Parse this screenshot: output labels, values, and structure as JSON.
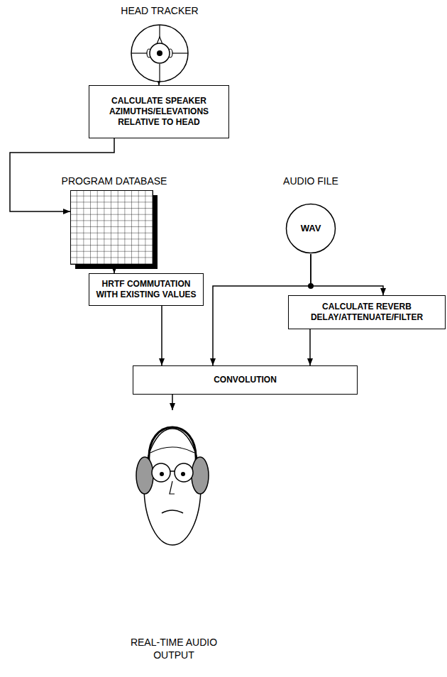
{
  "diagram": {
    "nodes": [
      {
        "text": [
          "HEAD TRACKER"
        ]
      },
      {
        "text": [
          "CALCULATE SPEAKER AZIMUTHS/ELEVATIONS RELATIVE TO HEAD"
        ]
      },
      {
        "text": [
          "PROGRAM DATABASE"
        ]
      },
      {
        "text": [
          "AUDIO FILE",
          "WAV"
        ]
      },
      {
        "text": [
          "HRTF COMMUTATION WITH EXISTING VALUES"
        ]
      },
      {
        "text": [
          "CALCULATE REVERB DELAY/ATTENUATE/FILTER"
        ]
      },
      {
        "text": [
          "CONVOLUTION"
        ]
      },
      {
        "text": [
          "REAL-TIME AUDIO OUTPUT"
        ]
      }
    ],
    "edges": [
      {
        "from": 0,
        "to": 1,
        "arrow": "to"
      },
      {
        "from": 1,
        "to": 2,
        "arrow": "to"
      },
      {
        "from": 2,
        "to": 4,
        "arrow": "to"
      },
      {
        "from": 3,
        "to": 6,
        "arrow": "to"
      },
      {
        "from": 3,
        "to": 5,
        "arrow": "to"
      },
      {
        "from": 4,
        "to": 6,
        "arrow": "to"
      },
      {
        "from": 5,
        "to": 6,
        "arrow": "to"
      },
      {
        "from": 6,
        "to": 7,
        "arrow": "to"
      }
    ]
  }
}
